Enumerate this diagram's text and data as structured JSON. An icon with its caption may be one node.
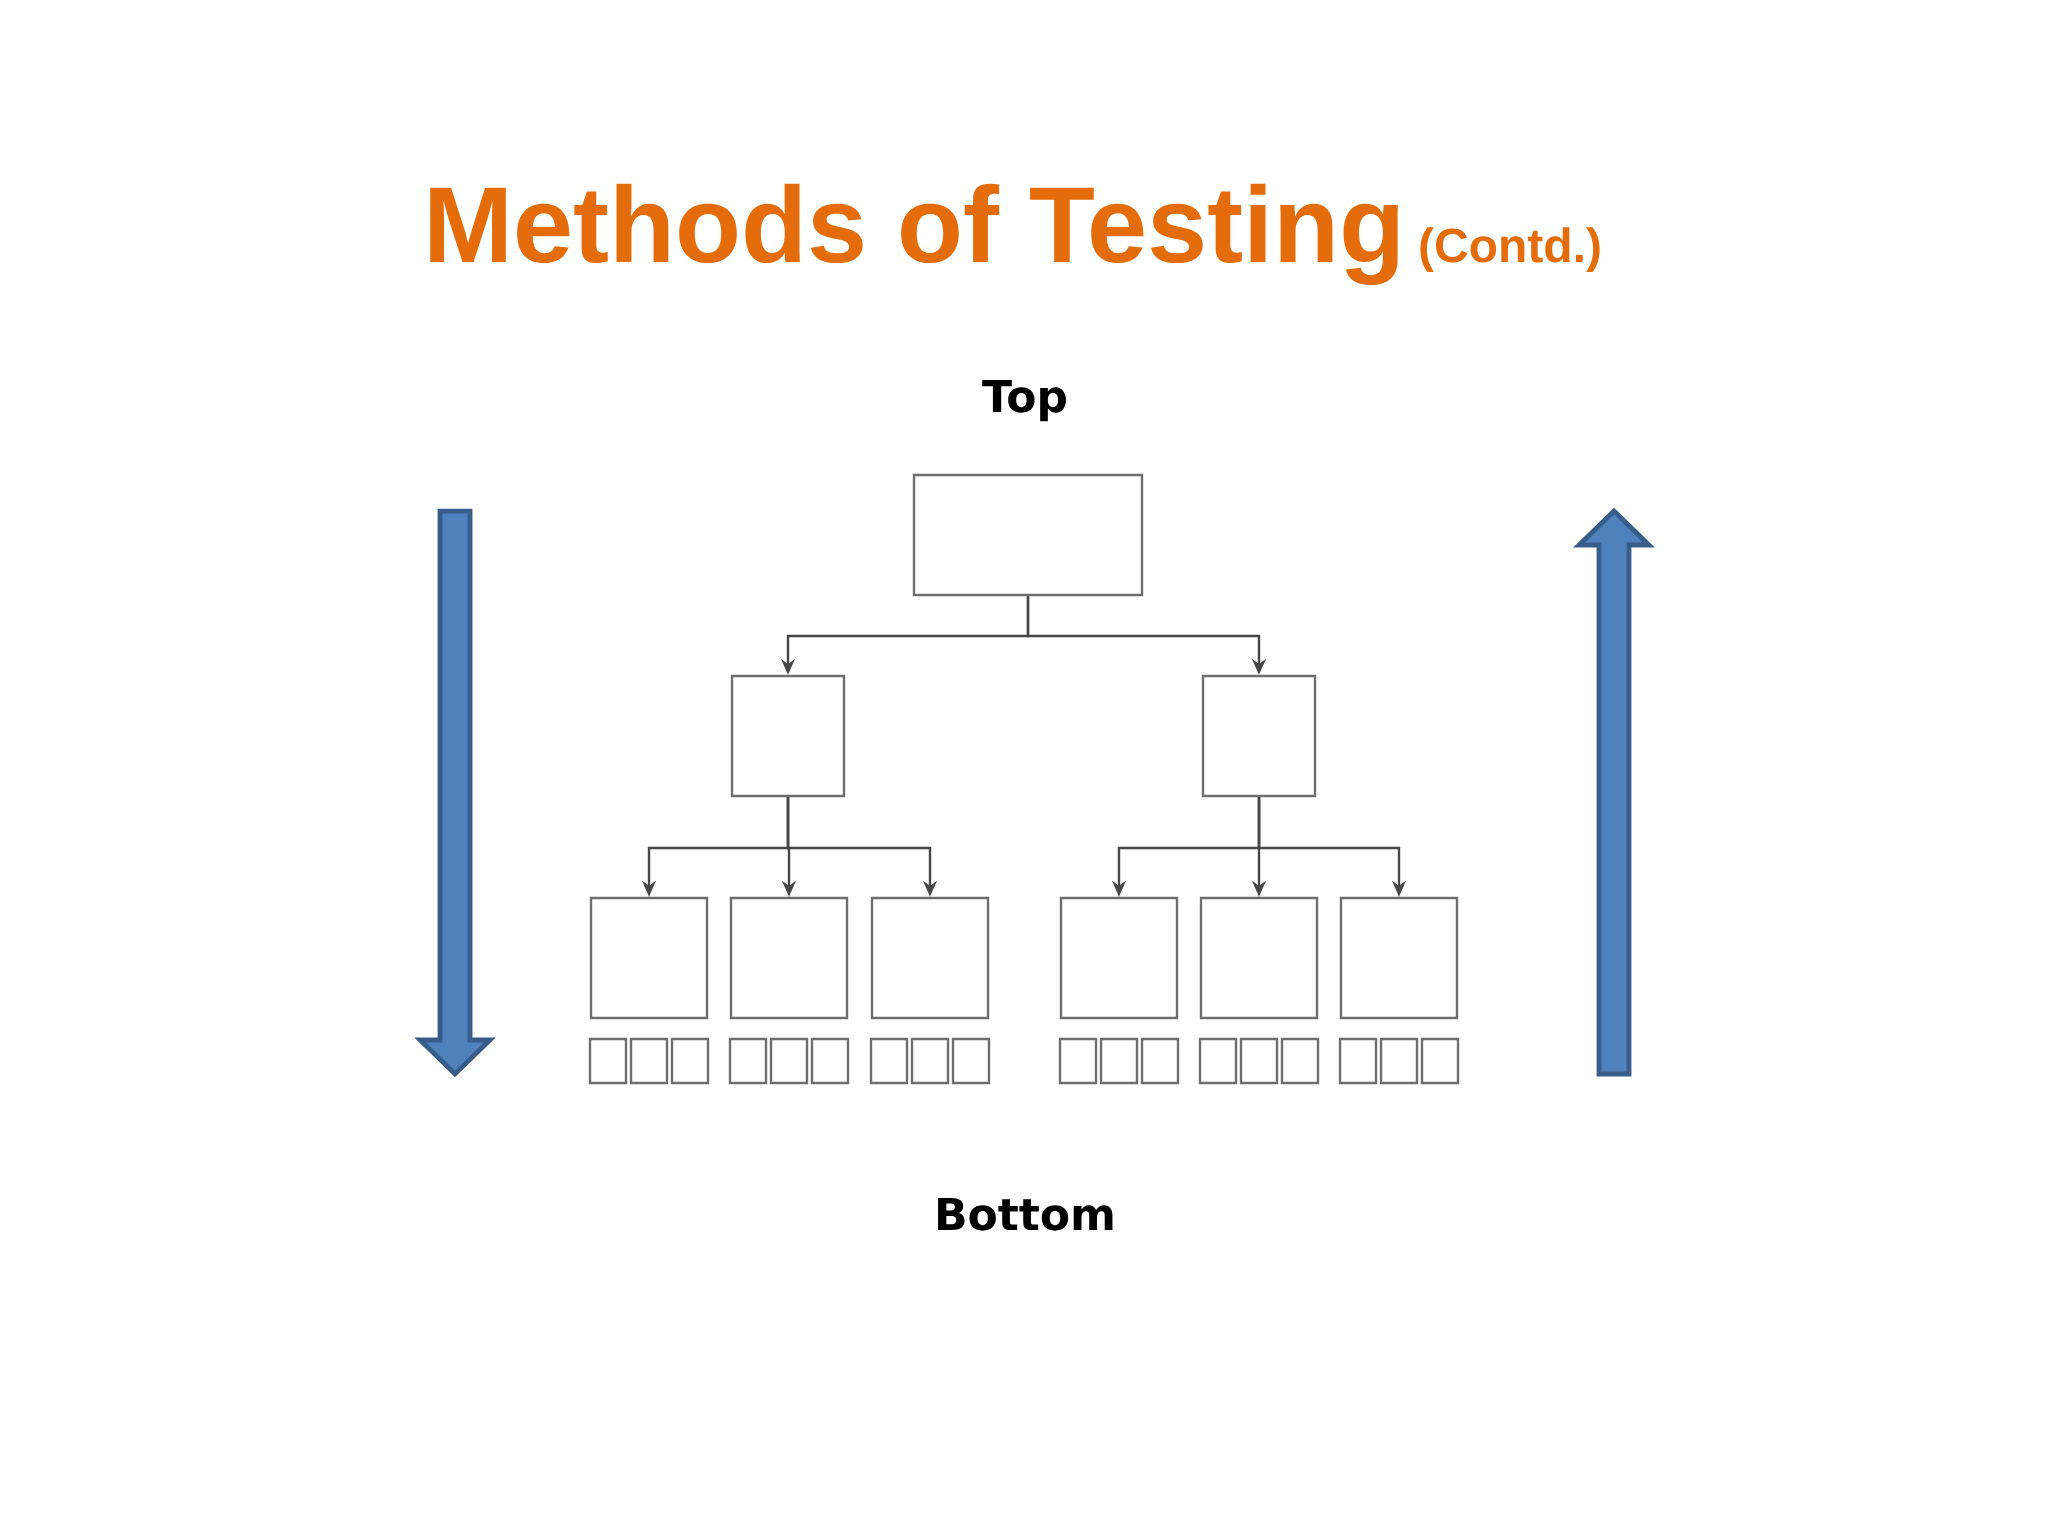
{
  "diagram": {
    "title": "Methods of Testing",
    "nodes": [
      {
        "text": [],
        "shape": "box"
      },
      {
        "text": [],
        "shape": "box"
      },
      {
        "text": [],
        "shape": "box"
      },
      {
        "text": [],
        "shape": "box"
      },
      {
        "text": [],
        "shape": "box"
      },
      {
        "text": [],
        "shape": "box"
      },
      {
        "text": [],
        "shape": "box"
      },
      {
        "text": [],
        "shape": "box"
      },
      {
        "text": [],
        "shape": "box"
      },
      {
        "text": [],
        "shape": "box"
      },
      {
        "text": [],
        "shape": "box"
      },
      {
        "text": [],
        "shape": "box"
      },
      {
        "text": [],
        "shape": "box"
      },
      {
        "text": [],
        "shape": "box"
      },
      {
        "text": [],
        "shape": "box"
      },
      {
        "text": [],
        "shape": "box"
      },
      {
        "text": [],
        "shape": "box"
      },
      {
        "text": [],
        "shape": "box"
      },
      {
        "text": [],
        "shape": "box"
      },
      {
        "text": [],
        "shape": "box"
      },
      {
        "text": [],
        "shape": "box"
      },
      {
        "text": [],
        "shape": "box"
      },
      {
        "text": [],
        "shape": "box"
      },
      {
        "text": [],
        "shape": "box"
      },
      {
        "text": [],
        "shape": "box"
      },
      {
        "text": [],
        "shape": "box"
      },
      {
        "text": [],
        "shape": "box"
      }
    ],
    "edges": [
      {
        "from": 0,
        "to": 1,
        "arrow": "to"
      },
      {
        "from": 0,
        "to": 2,
        "arrow": "to"
      },
      {
        "from": 1,
        "to": 3,
        "arrow": "to"
      },
      {
        "from": 1,
        "to": 4,
        "arrow": "to"
      },
      {
        "from": 1,
        "to": 5,
        "arrow": "to"
      },
      {
        "from": 2,
        "to": 6,
        "arrow": "to"
      },
      {
        "from": 2,
        "to": 7,
        "arrow": "to"
      },
      {
        "from": 2,
        "to": 8,
        "arrow": "to"
      }
    ],
    "labels": [
      "(Contd.)",
      "Top",
      "Bottom"
    ]
  }
}
